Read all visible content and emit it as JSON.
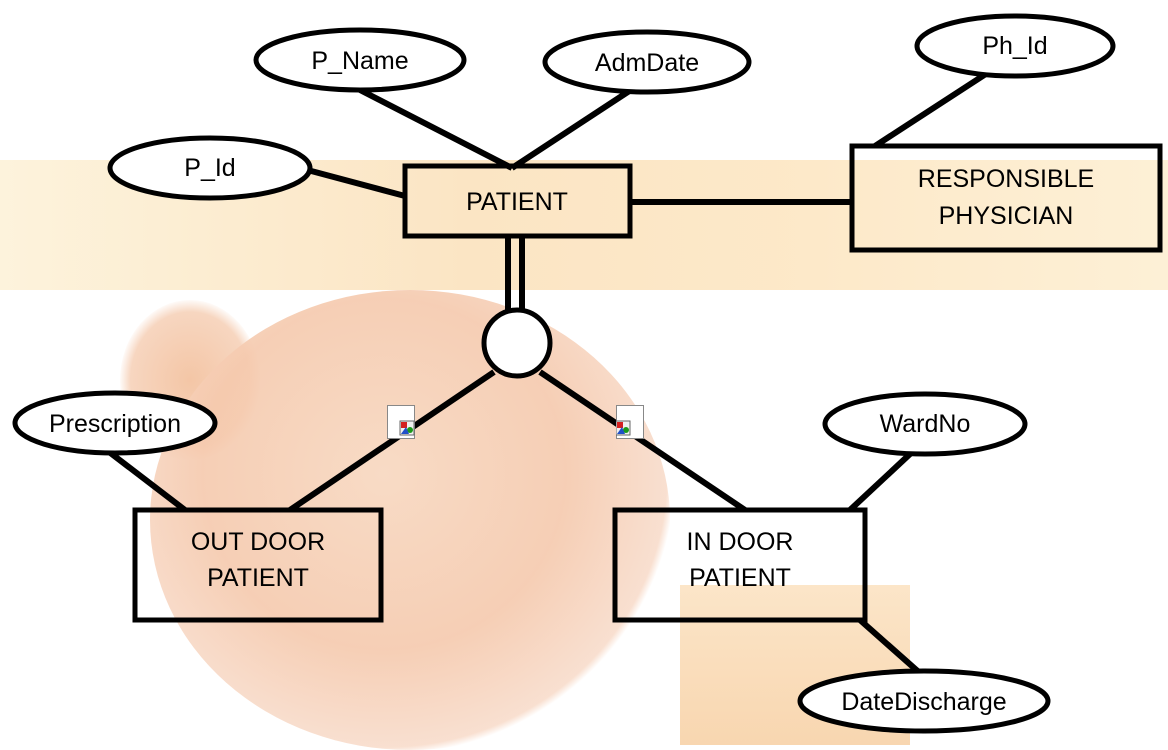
{
  "entities": {
    "patient": "PATIENT",
    "physician_line1": "RESPONSIBLE",
    "physician_line2": "PHYSICIAN",
    "outdoor_line1": "OUT DOOR",
    "outdoor_line2": "PATIENT",
    "indoor_line1": "IN DOOR",
    "indoor_line2": "PATIENT"
  },
  "attributes": {
    "p_name": "P_Name",
    "adm_date": "AdmDate",
    "ph_id": "Ph_Id",
    "p_id": "P_Id",
    "prescription": "Prescription",
    "ward_no": "WardNo",
    "date_discharge": "DateDischarge"
  }
}
